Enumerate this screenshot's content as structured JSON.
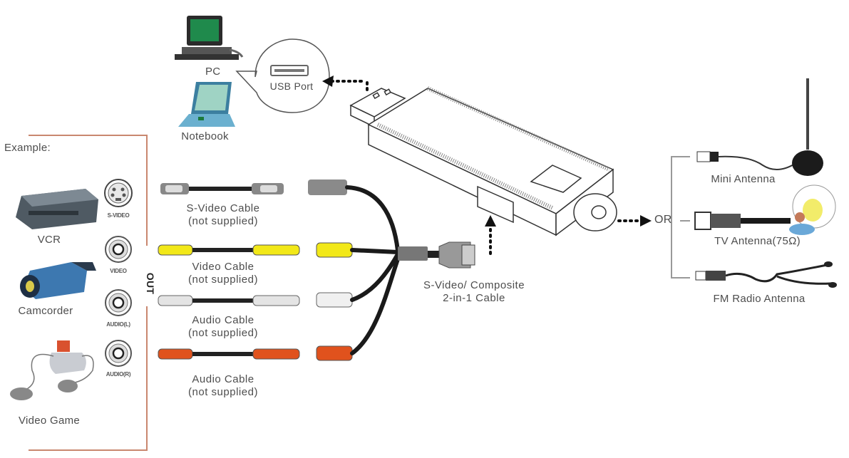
{
  "diagram": {
    "title": "USB TV Stick Connection Diagram",
    "example_panel": {
      "heading": "Example:",
      "devices": [
        {
          "name": "VCR"
        },
        {
          "name": "Camcorder"
        },
        {
          "name": "Video Game"
        }
      ],
      "ports": [
        {
          "label": "S-VIDEO",
          "type": "s-video"
        },
        {
          "label": "VIDEO",
          "type": "rca"
        },
        {
          "label": "AUDIO(L)",
          "type": "rca"
        },
        {
          "label": "AUDIO(R)",
          "type": "rca"
        }
      ],
      "out_label": "OUT",
      "border_color": "#c9876f"
    },
    "computers": {
      "pc_label": "PC",
      "notebook_label": "Notebook",
      "usb_port_label": "USB Port"
    },
    "cables": [
      {
        "name": "S-Video Cable",
        "note": "(not supplied)",
        "color": "#a0a0a0"
      },
      {
        "name": "Video Cable",
        "note": "(not supplied)",
        "color": "#f2e818"
      },
      {
        "name": "Audio Cable",
        "note": "(not supplied)",
        "color": "#e8e8e8"
      },
      {
        "name": "Audio Cable",
        "note": "(not supplied)",
        "color": "#e0521d"
      }
    ],
    "combo_cable": {
      "line1": "S-Video/ Composite",
      "line2": "2-in-1 Cable"
    },
    "antenna_section": {
      "or_label": "OR",
      "options": [
        {
          "label": "Mini Antenna"
        },
        {
          "label": "TV Antenna(75Ω)"
        },
        {
          "label": "FM Radio Antenna"
        }
      ]
    }
  }
}
